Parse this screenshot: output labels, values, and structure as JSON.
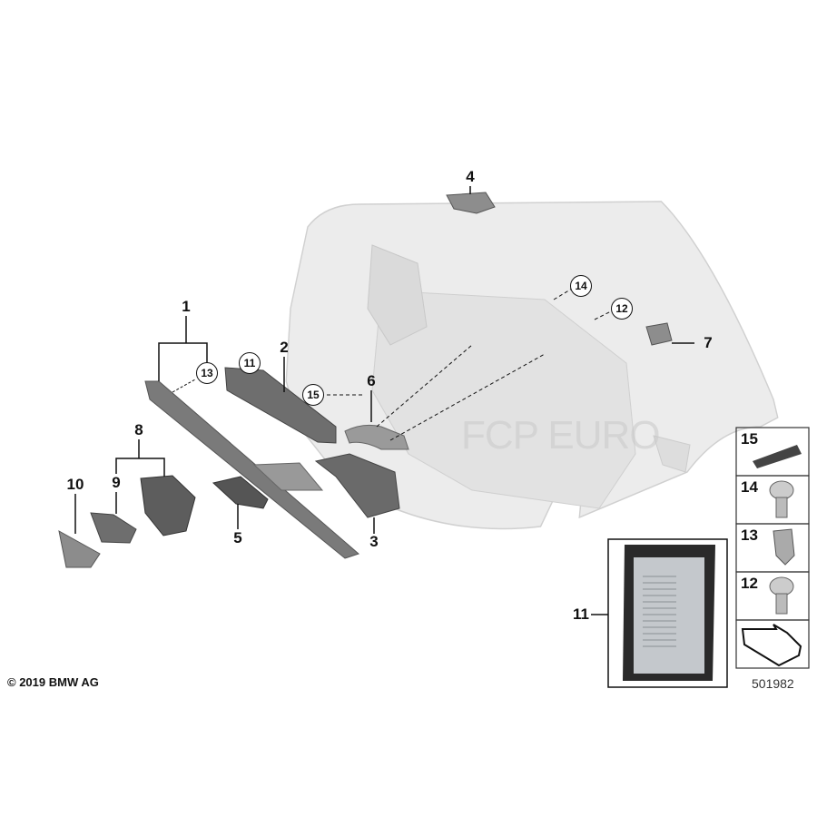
{
  "diagram": {
    "callouts": [
      "1",
      "2",
      "3",
      "4",
      "5",
      "6",
      "7",
      "8",
      "9",
      "10",
      "11"
    ],
    "circled_refs": {
      "a": "11",
      "b": "13",
      "c": "15",
      "d": "14",
      "e": "12"
    },
    "legend": [
      {
        "number": "15",
        "icon": "pad-icon"
      },
      {
        "number": "14",
        "icon": "screw-icon"
      },
      {
        "number": "13",
        "icon": "clip-nut-icon"
      },
      {
        "number": "12",
        "icon": "screw-icon"
      },
      {
        "number": "",
        "icon": "direction-arrow-icon"
      }
    ],
    "part_number": "501982",
    "copyright": "© 2019 BMW AG",
    "watermark": "FCP EURO"
  }
}
